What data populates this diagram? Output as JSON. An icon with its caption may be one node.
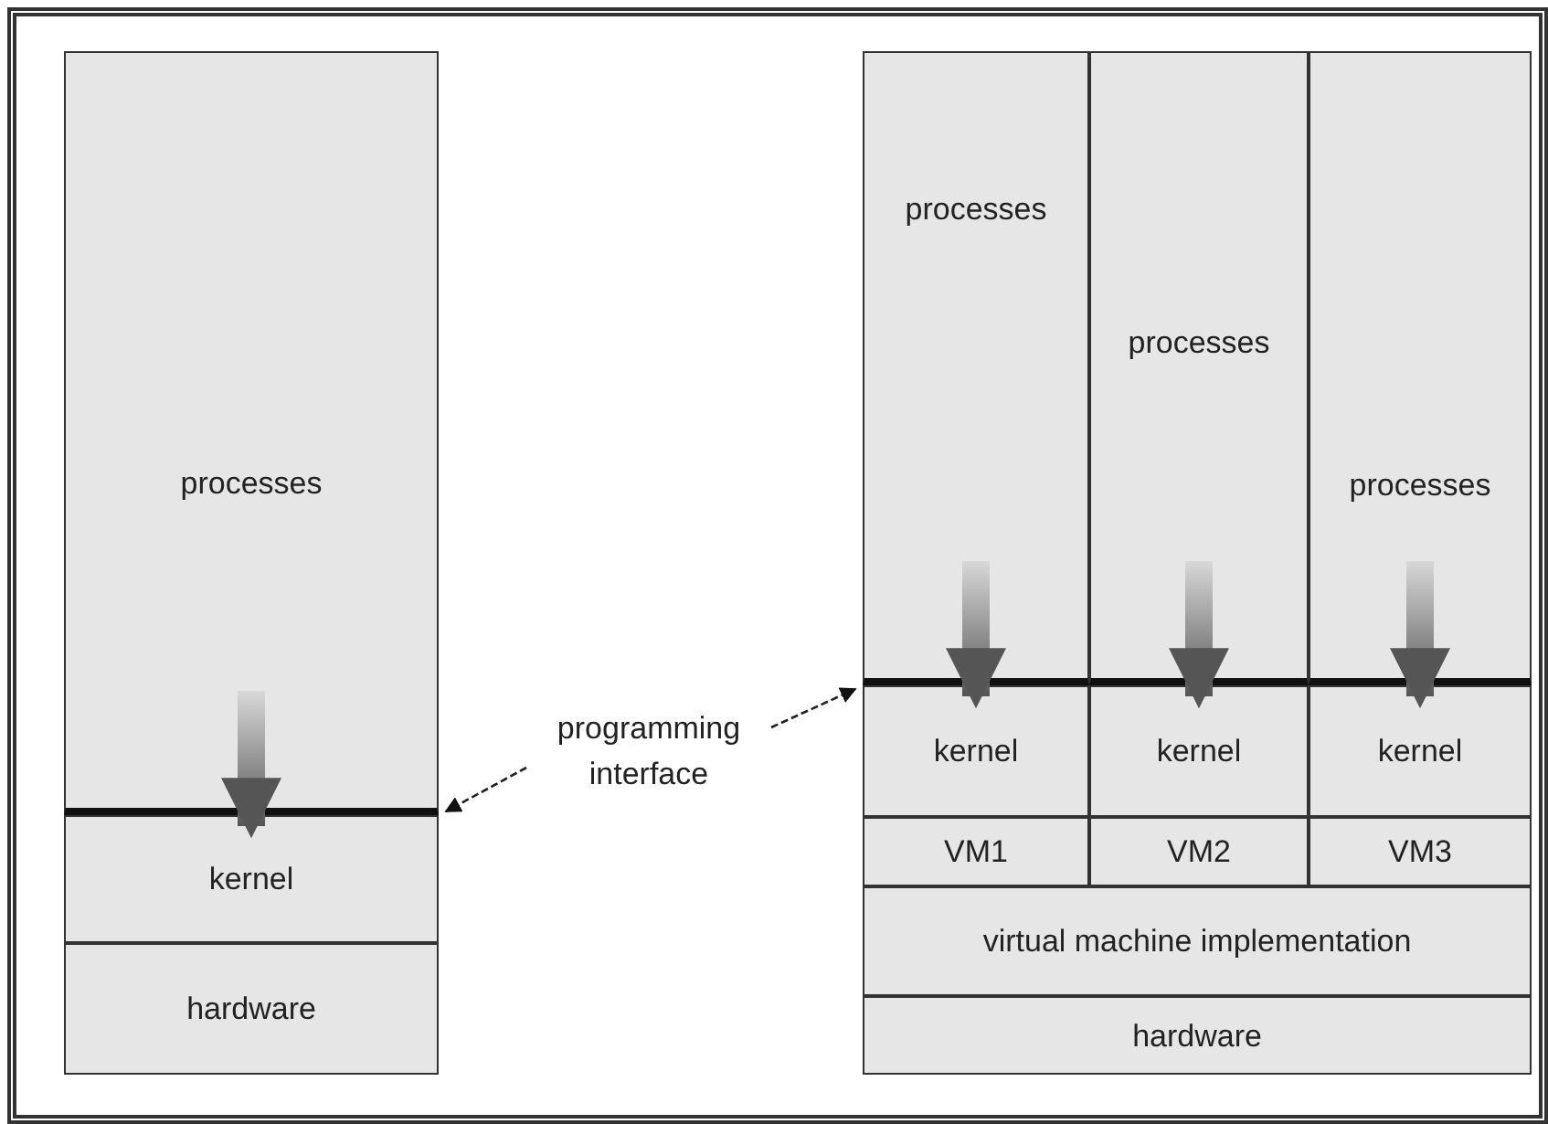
{
  "diagram": {
    "nodes": [
      {
        "text": [
          "processes"
        ]
      },
      {
        "text": [
          "kernel"
        ]
      },
      {
        "text": [
          "hardware"
        ]
      },
      {
        "text": [
          "processes"
        ]
      },
      {
        "text": [
          "processes"
        ]
      },
      {
        "text": [
          "processes"
        ]
      },
      {
        "text": [
          "kernel"
        ]
      },
      {
        "text": [
          "kernel"
        ]
      },
      {
        "text": [
          "kernel"
        ]
      },
      {
        "text": [
          "VM1"
        ]
      },
      {
        "text": [
          "VM2"
        ]
      },
      {
        "text": [
          "VM3"
        ]
      },
      {
        "text": [
          "virtual machine implementation"
        ]
      },
      {
        "text": [
          "hardware"
        ]
      },
      {
        "text": [
          "programming interface"
        ]
      }
    ],
    "edges": [
      {
        "from": 0,
        "to": 1,
        "arrow": "to"
      },
      {
        "from": 3,
        "to": 6,
        "arrow": "to"
      },
      {
        "from": 4,
        "to": 7,
        "arrow": "to"
      },
      {
        "from": 5,
        "to": 8,
        "arrow": "to"
      },
      {
        "from": 14,
        "to": 1,
        "arrow": "to",
        "style": "dashed"
      },
      {
        "from": 14,
        "to": 6,
        "arrow": "to",
        "style": "dashed"
      }
    ]
  }
}
